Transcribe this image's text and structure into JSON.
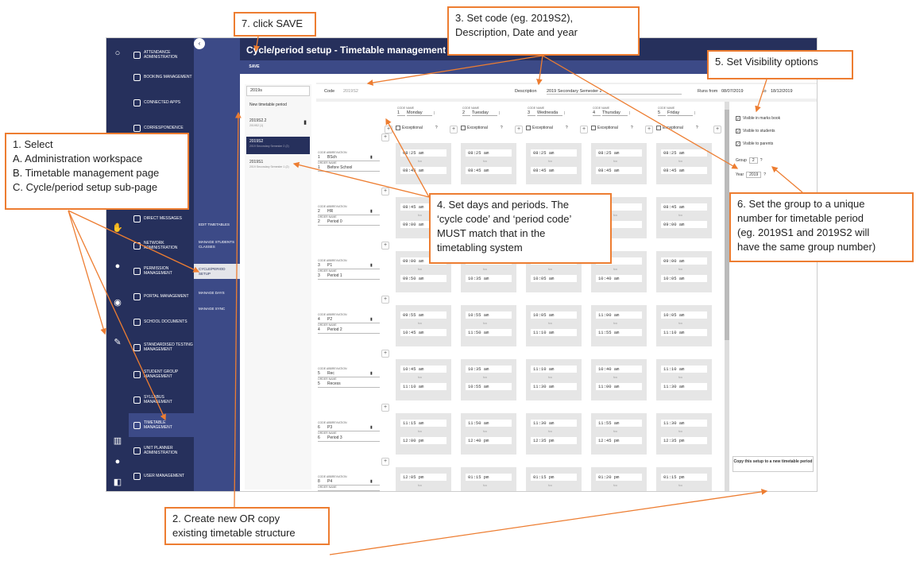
{
  "app": {
    "title": "Cycle/period setup - Timetable management",
    "save_label": "SAVE",
    "nav": [
      "ATTENDANCE ADMINISTRATION",
      "BOOKING MANAGEMENT",
      "CONNECTED APPS",
      "CORRESPONDENCE",
      "DIRECT MESSAGES",
      "NETWORK ADMINISTRATION",
      "PERMISSION MANAGEMENT",
      "PORTAL MANAGEMENT",
      "SCHOOL DOCUMENTS",
      "STANDARDISED TESTING MANAGEMENT",
      "STUDENT GROUP MANAGEMENT",
      "SYLLABUS MANAGEMENT",
      "TIMETABLE MANAGEMENT",
      "UNIT PLANNER ADMINISTRATION",
      "USER MANAGEMENT"
    ],
    "subnav": [
      "EDIT TIMETABLES",
      "MANAGE STUDENTS CLASSES",
      "CYCLE/PERIOD SETUP",
      "MANAGE DAYS",
      "MANAGE SYNC"
    ],
    "search_value": "2019s",
    "new_period": "New timetable period",
    "periods": [
      {
        "code": "2019S2.2",
        "desc": "2019S2 (1)"
      },
      {
        "code": "2019S2",
        "desc": "2019 Secondary Semester 2 (2)"
      },
      {
        "code": "2019S1",
        "desc": "2019 Secondary Semester 1 (2)"
      }
    ],
    "code_label": "Code",
    "code_value": "2019S2",
    "desc_label": "Description",
    "desc_value": "2019 Secondary Semester 2",
    "runs_label": "Runs from",
    "runs_from": "08/07/2019",
    "to_label": "to",
    "runs_to": "18/12/2019",
    "col_caption": "CODE  NAME",
    "exceptional": "Exceptional",
    "days": [
      {
        "code": "1",
        "name": "Monday"
      },
      {
        "code": "2",
        "name": "Tuesday"
      },
      {
        "code": "3",
        "name": "Wednesda"
      },
      {
        "code": "4",
        "name": "Thursday"
      },
      {
        "code": "5",
        "name": "Friday"
      }
    ],
    "code_abbr": "CODE  ABBREVIATION",
    "order_name": "ORDER  NAME",
    "to_word": "to",
    "rows": [
      {
        "code": "1",
        "abbr": "BSch",
        "order": "1",
        "name": "Before School",
        "times": [
          [
            "08:25 am",
            "08:45 am"
          ],
          [
            "08:25 am",
            "08:45 am"
          ],
          [
            "08:25 am",
            "08:45 am"
          ],
          [
            "08:25 am",
            "08:45 am"
          ],
          [
            "08:25 am",
            "08:45 am"
          ]
        ]
      },
      {
        "code": "2",
        "abbr": "HR",
        "order": "2",
        "name": "Period 0",
        "times": [
          [
            "08:45 am",
            "09:00 am"
          ],
          [
            "",
            "am"
          ],
          [
            "",
            "am"
          ],
          [
            "",
            "am"
          ],
          [
            "08:45 am",
            "09:00 am"
          ]
        ]
      },
      {
        "code": "3",
        "abbr": "P1",
        "order": "3",
        "name": "Period 1",
        "times": [
          [
            "09:00 am",
            "09:50 am"
          ],
          [
            "",
            "10:35 am"
          ],
          [
            "",
            "10:05 am"
          ],
          [
            "am",
            "10:40 am"
          ],
          [
            "09:00 am",
            "10:05 am"
          ]
        ]
      },
      {
        "code": "4",
        "abbr": "P2",
        "order": "4",
        "name": "Period 2",
        "times": [
          [
            "09:55 am",
            "10:45 am"
          ],
          [
            "10:55 am",
            "11:50 am"
          ],
          [
            "10:05 am",
            "11:10 am"
          ],
          [
            "11:00 am",
            "11:55 am"
          ],
          [
            "10:05 am",
            "11:10 am"
          ]
        ]
      },
      {
        "code": "5",
        "abbr": "Rec",
        "order": "5",
        "name": "Recess",
        "times": [
          [
            "10:45 am",
            "11:10 am"
          ],
          [
            "10:35 am",
            "10:55 am"
          ],
          [
            "11:10 am",
            "11:30 am"
          ],
          [
            "10:40 am",
            "11:00 am"
          ],
          [
            "11:10 am",
            "11:30 am"
          ]
        ]
      },
      {
        "code": "6",
        "abbr": "P3",
        "order": "6",
        "name": "Period 3",
        "times": [
          [
            "11:15 am",
            "12:00 pm"
          ],
          [
            "11:50 am",
            "12:40 pm"
          ],
          [
            "11:30 am",
            "12:35 pm"
          ],
          [
            "11:55 am",
            "12:45 pm"
          ],
          [
            "11:30 am",
            "12:35 pm"
          ]
        ]
      },
      {
        "code": "8",
        "abbr": "P4",
        "order": "",
        "name": "",
        "times": [
          [
            "12:05 pm",
            ""
          ],
          [
            "01:15 pm",
            ""
          ],
          [
            "01:15 pm",
            ""
          ],
          [
            "01:20 pm",
            ""
          ],
          [
            "01:15 pm",
            ""
          ]
        ]
      }
    ],
    "vis": [
      "Visible in marks book",
      "Visible to students",
      "Visible to parents"
    ],
    "group_label": "Group",
    "group_value": "2",
    "year_label": "Year",
    "year_value": "2019",
    "help": "?",
    "copy_label": "Copy this setup to a new timetable period"
  },
  "callouts": {
    "c1": [
      "1. Select",
      "A. Administration workspace",
      "B. Timetable management page",
      "C. Cycle/period setup sub-page"
    ],
    "c2": [
      "2. Create new OR copy",
      "existing timetable structure"
    ],
    "c3": [
      "3. Set code (eg. 2019S2),",
      "Description, Date and year"
    ],
    "c4": [
      "4. Set days and periods. The",
      "‘cycle code’ and ‘period code’",
      "MUST match that in the",
      "timetabling system"
    ],
    "c5": [
      "5. Set Visibility options"
    ],
    "c6": [
      "6. Set the group to a unique",
      "number for timetable period",
      "(eg. 2019S1 and 2019S2 will",
      "have the same group number)"
    ],
    "c7": [
      "7. click SAVE"
    ]
  },
  "colors": {
    "nav": "#26305c",
    "subnav": "#3c4a87",
    "callout": "#ed7d31"
  }
}
